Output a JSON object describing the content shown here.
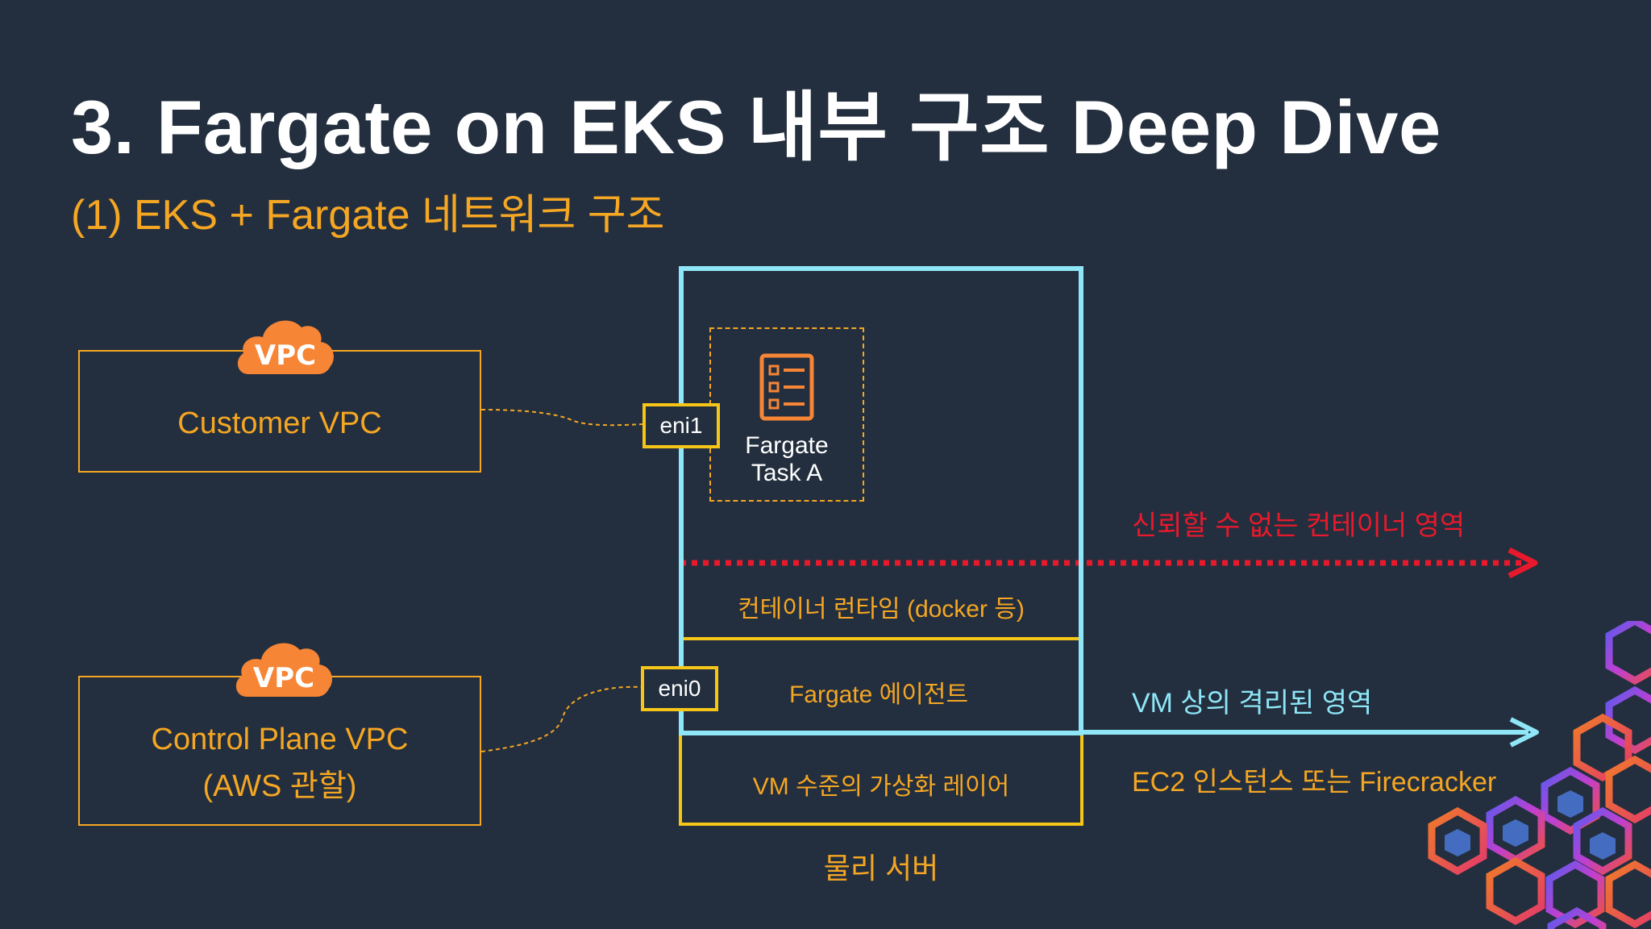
{
  "slide": {
    "title": "3. Fargate on EKS 내부 구조 Deep Dive",
    "subtitle": "(1) EKS + Fargate 네트워크 구조"
  },
  "customer_vpc": {
    "badge": "VPC",
    "label": "Customer VPC"
  },
  "control_vpc": {
    "badge": "VPC",
    "label_line1": "Control Plane VPC",
    "label_line2": "(AWS 관할)"
  },
  "eni1": "eni1",
  "eni0": "eni0",
  "task": {
    "line1": "Fargate",
    "line2": "Task A"
  },
  "layers": {
    "runtime": "컨테이너 런타임 (docker 등)",
    "agent": "Fargate 에이전트",
    "virtualization": "VM 수준의 가상화 레이어",
    "physical_server": "물리 서버"
  },
  "annotations": {
    "untrusted": "신뢰할 수 없는 컨테이너 영역",
    "isolated": "VM 상의 격리된 영역",
    "vm_type": "EC2 인스턴스 또는 Firecracker"
  },
  "colors": {
    "background": "#232f3e",
    "orange": "#f5a623",
    "cyan": "#8ee6f7",
    "red": "#e8192c",
    "eni_border": "#f5c518"
  },
  "icons": [
    "cloud-icon",
    "task-list-icon",
    "hexagon-logo"
  ]
}
